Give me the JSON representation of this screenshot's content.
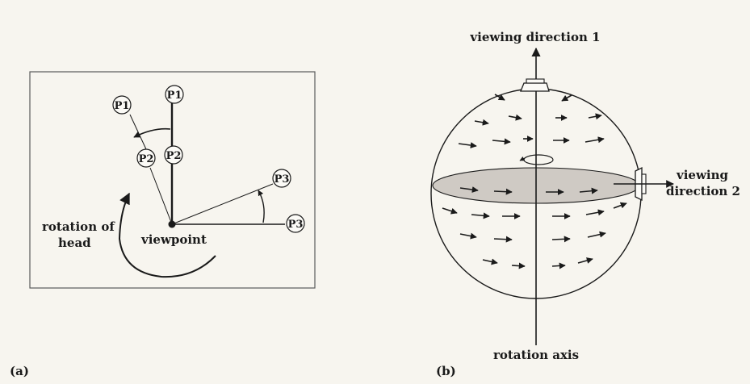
{
  "panel_a": {
    "label": "(a)",
    "p1_top": "P1",
    "p1_rotated": "P1",
    "p2_top": "P2",
    "p2_rotated": "P2",
    "p3_right": "P3",
    "p3_rotated": "P3",
    "rotation_label_line1": "rotation of",
    "rotation_label_line2": "head",
    "viewpoint_label": "viewpoint"
  },
  "panel_b": {
    "label": "(b)",
    "viewing_direction_1": "viewing direction 1",
    "viewing_direction_2_line1": "viewing",
    "viewing_direction_2_line2": "direction 2",
    "rotation_axis": "rotation axis"
  },
  "colors": {
    "ink": "#1a1a1a",
    "paper": "#f7f5ef",
    "equator_fill": "#cfcac4",
    "frame": "#5a5a5a"
  }
}
